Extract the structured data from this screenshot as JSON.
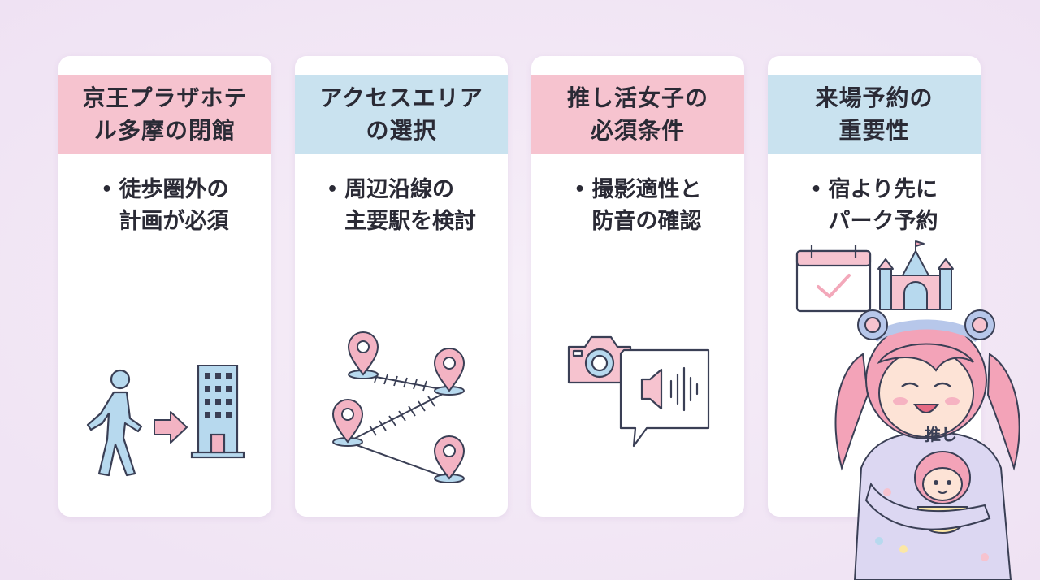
{
  "cards": [
    {
      "title_line1": "京王プラザホテ",
      "title_line2": "ル多摩の閉館",
      "bullet_line1": "徒歩圏外の",
      "bullet_line2": "計画が必須",
      "header_color": "#f6c3cf",
      "illustration": [
        "walking-person-icon",
        "arrow-right-icon",
        "building-icon"
      ]
    },
    {
      "title_line1": "アクセスエリア",
      "title_line2": "の選択",
      "bullet_line1": "周辺沿線の",
      "bullet_line2": "主要駅を検討",
      "header_color": "#c9e2ef",
      "illustration": [
        "map-pin-icon",
        "rail-line-icon"
      ]
    },
    {
      "title_line1": "推し活女子の",
      "title_line2": "必須条件",
      "bullet_line1": "撮影適性と",
      "bullet_line2": "防音の確認",
      "header_color": "#f6c3cf",
      "illustration": [
        "camera-icon",
        "sound-bubble-icon"
      ]
    },
    {
      "title_line1": "来場予約の",
      "title_line2": "重要性",
      "bullet_line1": "宿より先に",
      "bullet_line2": "パーク予約",
      "header_color": "#c9e2ef",
      "illustration": [
        "calendar-check-icon",
        "castle-icon"
      ]
    }
  ],
  "bullet_symbol": "•",
  "character": {
    "plush_tag": "推し"
  },
  "colors": {
    "background": "#f3e8f6",
    "pink": "#f6c3cf",
    "blue": "#c9e2ef",
    "icon_blue": "#a9cfe6",
    "icon_pink": "#f3a8ba",
    "outline": "#3a3f55"
  }
}
